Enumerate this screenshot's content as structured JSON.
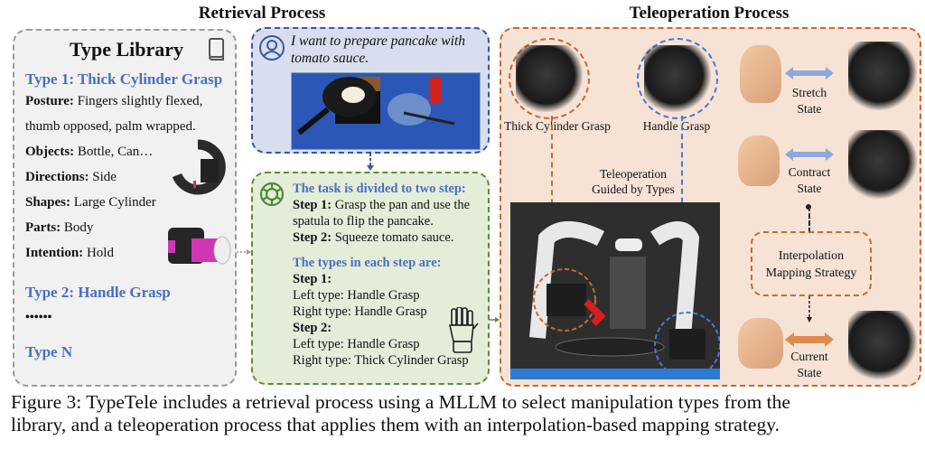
{
  "sections": {
    "retrieval_title": "Retrieval Process",
    "teleoperation_title": "Teleoperation Process"
  },
  "type_library": {
    "title": "Type Library",
    "icon": "book-icon",
    "type1_heading": "Type 1:  Thick Cylinder Grasp",
    "posture_label": "Posture:",
    "posture_value_1": " Fingers slightly flexed,",
    "posture_value_2": "thumb opposed, palm wrapped.",
    "objects_label": "Objects:",
    "objects_value": " Bottle, Can…",
    "directions_label": "Directions:",
    "directions_value": " Side",
    "shapes_label": "Shapes:",
    "shapes_value": " Large Cylinder",
    "parts_label": "Parts:",
    "parts_value": " Body",
    "intention_label": "Intention:",
    "intention_value": " Hold",
    "type2_heading": "Type 2:   Handle Grasp",
    "ellipsis": "••••••",
    "typeN_heading": "Type N"
  },
  "query": {
    "icon": "user-icon",
    "text_1": "I want to prepare pancake with",
    "text_2": "tomato sauce."
  },
  "llm": {
    "icon": "openai-icon",
    "heading_1": "The task is divided to two step:",
    "step1_label": "Step 1:",
    "step1_text_1": " Grasp the pan and use the",
    "step1_text_2": "spatula to flip the pancake.",
    "step2_label": "Step 2:",
    "step2_text": " Squeeze tomato sauce.",
    "heading_2": "The types in each step are:",
    "s1_label": "Step 1:",
    "s1_left": "Left type: Handle Grasp",
    "s1_right": "Right type: Handle Grasp",
    "s2_label": "Step 2:",
    "s2_left": "Left type: Handle Grasp",
    "s2_right": "Right type: Thick Cylinder Grasp",
    "glove_icon": "robot-hand-icon"
  },
  "teleoperation": {
    "grasp1_label": "Thick Cylinder Grasp",
    "grasp2_label": "Handle Grasp",
    "guided_1": "Teleoperation",
    "guided_2": "Guided by Types",
    "stretch_1": "Stretch",
    "stretch_2": "State",
    "contract_1": "Contract",
    "contract_2": "State",
    "interp_1": "Interpolation",
    "interp_2": "Mapping Strategy",
    "current_1": "Current",
    "current_2": "State"
  },
  "colors": {
    "blue_accent": "#4a6fc0",
    "orange_accent": "#c8692e",
    "green_accent": "#5e8b3e",
    "arrow_blue": "#8ea9dc",
    "arrow_orange": "#e08a4f"
  },
  "caption": {
    "line_1": "Figure 3: TypeTele includes a retrieval process using a MLLM to select manipulation types from the",
    "line_2": "library, and a teleoperation process that applies them with an interpolation-based mapping strategy."
  }
}
